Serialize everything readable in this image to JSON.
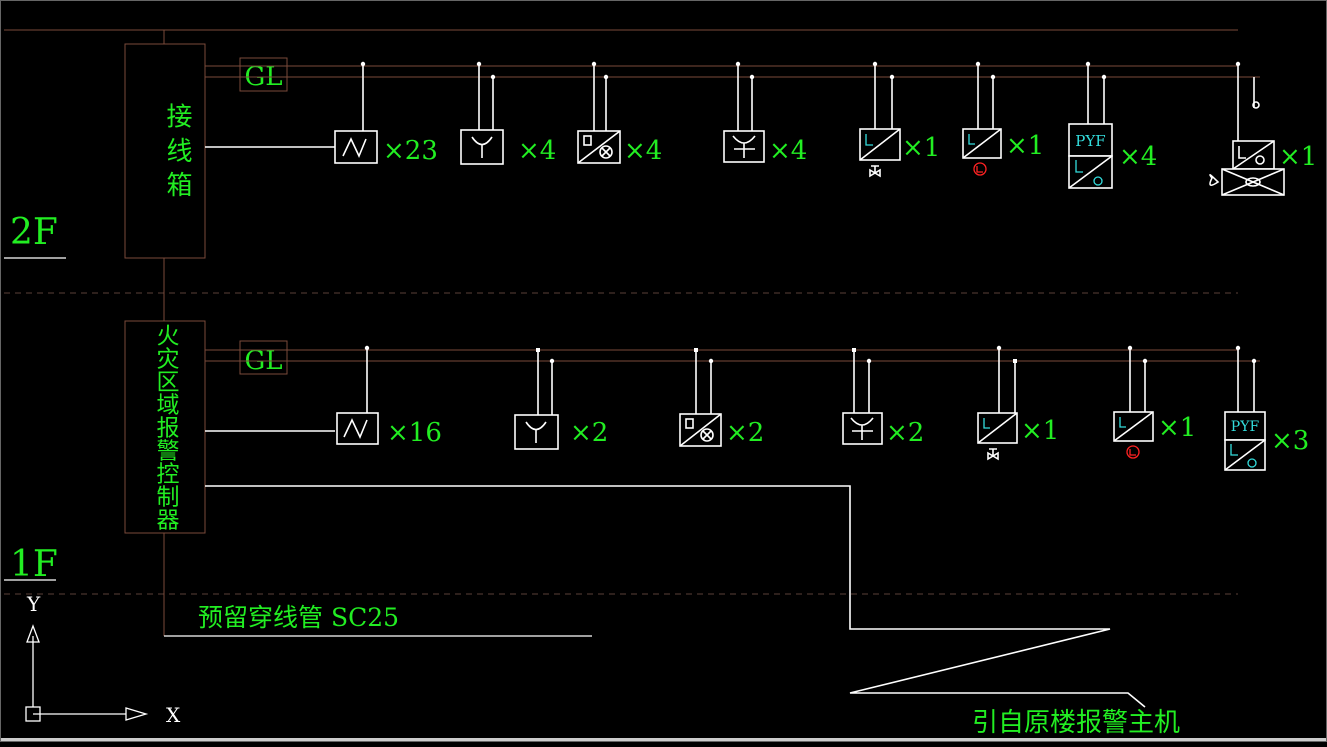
{
  "floors": {
    "upper": "2F",
    "lower": "1F"
  },
  "boxes": {
    "junction_box": "接 线 箱",
    "fire_controller": "火灾区域报警控制器"
  },
  "bus_label": "GL",
  "floor2_devices": [
    {
      "symbol": "smoke-detector",
      "count": "×23"
    },
    {
      "symbol": "manual-call-point",
      "count": "×4"
    },
    {
      "symbol": "alarm-bell",
      "count": "×4"
    },
    {
      "symbol": "fire-hydrant-button",
      "count": "×4"
    },
    {
      "symbol": "input-module-valve",
      "count": "×1"
    },
    {
      "symbol": "input-module-red",
      "count": "×1"
    },
    {
      "symbol": "pyf-module",
      "count": "×4",
      "label": "PYF"
    },
    {
      "symbol": "fan-module",
      "count": "×1"
    }
  ],
  "floor1_devices": [
    {
      "symbol": "smoke-detector",
      "count": "×16"
    },
    {
      "symbol": "manual-call-point",
      "count": "×2"
    },
    {
      "symbol": "alarm-bell",
      "count": "×2"
    },
    {
      "symbol": "fire-hydrant-button",
      "count": "×2"
    },
    {
      "symbol": "input-module-valve",
      "count": "×1"
    },
    {
      "symbol": "input-module-red",
      "count": "×1"
    },
    {
      "symbol": "pyf-module",
      "count": "×3",
      "label": "PYF"
    }
  ],
  "reserved_conduit": "预留穿线管 SC25",
  "source_note": "引自原楼报警主机",
  "axis": {
    "y": "Y",
    "x": "X"
  },
  "colors": {
    "background": "#000000",
    "text": "#22ee22",
    "lines": "#ffffff",
    "bus": "#7a4a3a"
  }
}
